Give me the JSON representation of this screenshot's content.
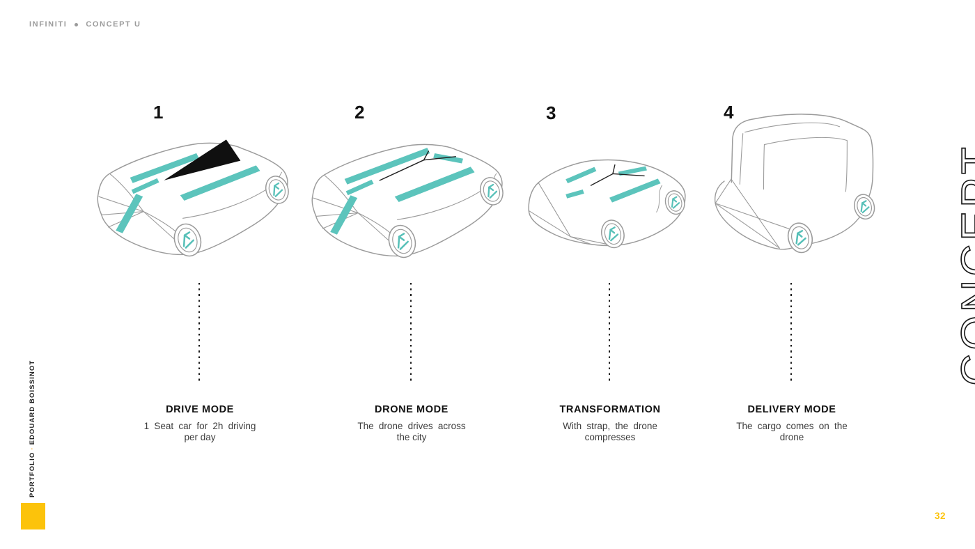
{
  "header": {
    "brand": "INFINITI",
    "separator": "•",
    "project": "CONCEPT U"
  },
  "left_rail": {
    "portfolio": "PORTFOLIO",
    "separator": "·",
    "author": "EDOUARD BOISSINOT"
  },
  "right_rail": {
    "label": "CONCEPT"
  },
  "footer": {
    "page_number": "32"
  },
  "colors": {
    "teal": "#5CC4BC",
    "yellow": "#FCC30B",
    "gray_text": "#9B9B9B",
    "sketch_line": "#9B9B9B",
    "ink": "#1A1A1A"
  },
  "steps": [
    {
      "number": "1",
      "title": "DRIVE MODE",
      "description": "1 Seat car for 2h driving per day",
      "lines": [
        "1 Seat car for 2h driving",
        "per day"
      ],
      "icon": "car-drive-mode-illustration"
    },
    {
      "number": "2",
      "title": "DRONE MODE",
      "description": "The drone drives across the city",
      "lines": [
        "The drone drives across",
        "the city"
      ],
      "icon": "car-drone-mode-illustration"
    },
    {
      "number": "3",
      "title": "TRANSFORMATION",
      "description": "With strap, the drone compresses",
      "lines": [
        "With strap, the drone",
        "compresses"
      ],
      "icon": "car-transformation-illustration"
    },
    {
      "number": "4",
      "title": "DELIVERY MODE",
      "description": "The cargo comes on the drone",
      "lines": [
        "The cargo comes on the",
        "drone"
      ],
      "icon": "car-delivery-mode-illustration"
    }
  ]
}
